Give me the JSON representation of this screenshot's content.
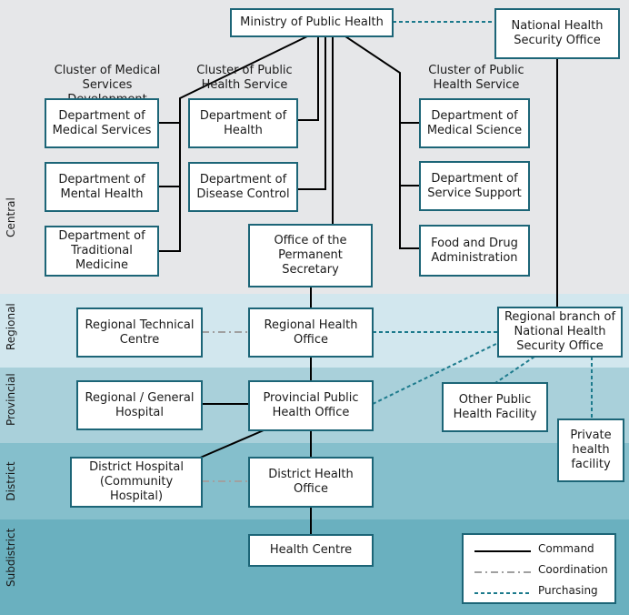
{
  "tiers": {
    "central": "Central",
    "regional": "Regional",
    "provincial": "Provincial",
    "district": "District",
    "subdistrict": "Subdistrict"
  },
  "clusters": {
    "medical_services": "Cluster of Medical Services Development",
    "public_health_left": "Cluster of Public Health Service",
    "public_health_right": "Cluster of Public Health Service"
  },
  "boxes": {
    "ministry": "Ministry of Public Health",
    "nhso": "National Health Security Office",
    "dept_medical_services": "Department of Medical Services",
    "dept_mental_health": "Department of Mental Health",
    "dept_traditional_medicine": "Department of Traditional Medicine",
    "dept_health": "Department of Health",
    "dept_disease_control": "Department of Disease Control",
    "dept_medical_science": "Department of Medical Science",
    "dept_service_support": "Department of Service Support",
    "fda": "Food and Drug Administration",
    "permanent_secretary": "Office of the Permanent Secretary",
    "regional_technical": "Regional Technical Centre",
    "regional_health": "Regional Health Office",
    "regional_nhso": "Regional branch of National Health Security Office",
    "regional_general_hospital": "Regional / General Hospital",
    "provincial_office": "Provincial Public Health Office",
    "other_facility": "Other Public Health Facility",
    "private_facility": "Private health facility",
    "district_hospital": "District Hospital (Community Hospital)",
    "district_office": "District Health Office",
    "health_centre": "Health Centre"
  },
  "legend": {
    "command": "Command",
    "coordination": "Coordination",
    "purchasing": "Purchasing"
  },
  "colors": {
    "box_border": "#1c6577",
    "command": "#000000",
    "coordination": "#a0a0a0",
    "purchasing": "#1c7a8c"
  }
}
